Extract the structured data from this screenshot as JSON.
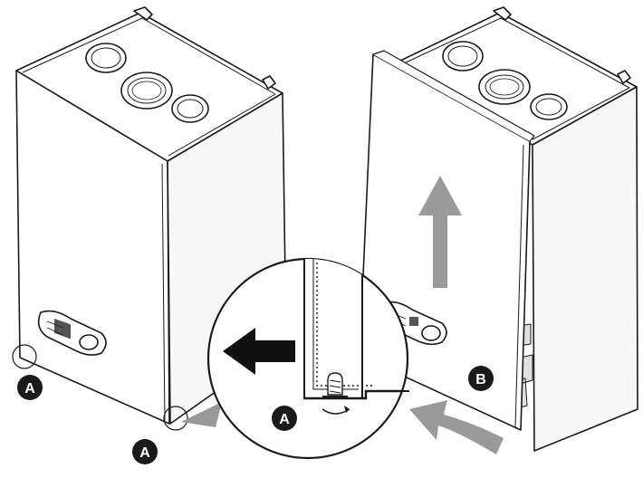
{
  "diagram": {
    "callouts": {
      "left_bottom": "A",
      "right_bottom": "A",
      "zoom": "A",
      "lift": "B"
    },
    "colors": {
      "outline": "#1a1a1a",
      "arrow_gray": "#9a9a9a",
      "arrow_black": "#111111",
      "badge": "#1a1a1a",
      "badge_text": "#ffffff",
      "panel_fill": "#ffffff",
      "side_fill": "#f7f7f7"
    }
  }
}
